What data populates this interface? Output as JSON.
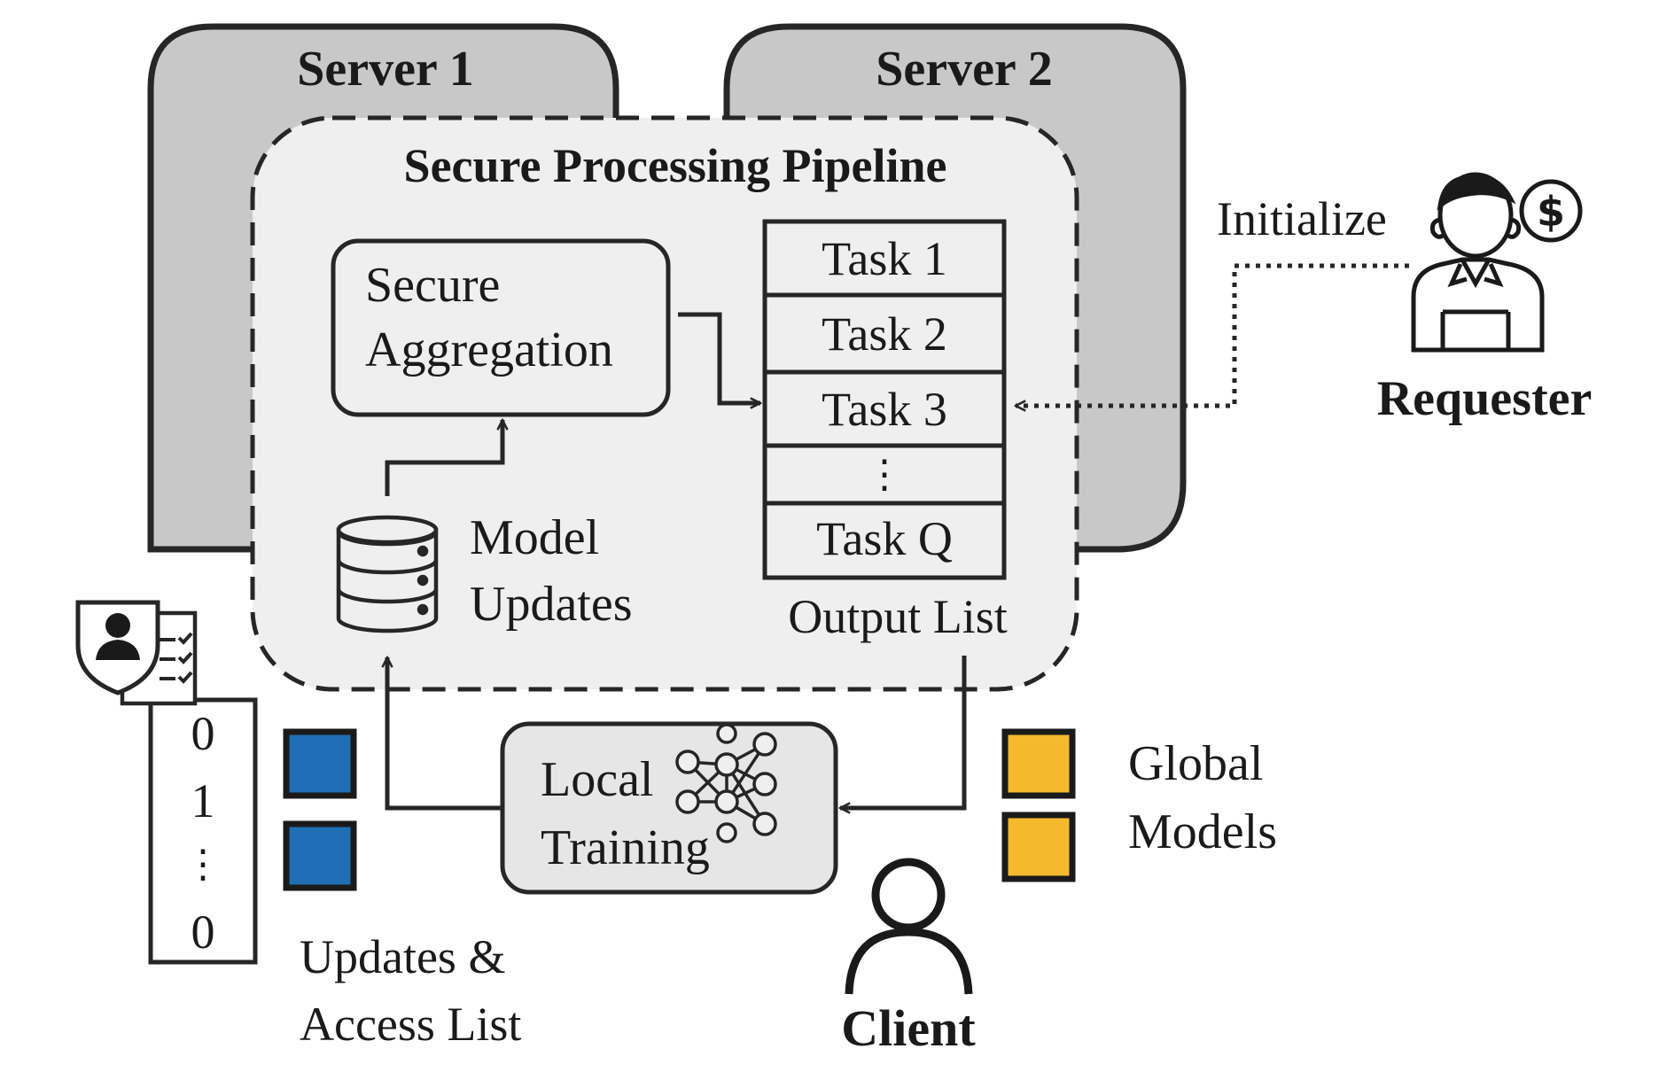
{
  "servers": {
    "server1_label": "Server 1",
    "server2_label": "Server 2"
  },
  "pipeline": {
    "title": "Secure Processing Pipeline",
    "secure_aggregation": [
      "Secure",
      "Aggregation"
    ],
    "model_updates": [
      "Model",
      "Updates"
    ],
    "output_list": {
      "tasks": [
        "Task 1",
        "Task 2",
        "Task 3",
        "⋮",
        "Task Q"
      ],
      "label": "Output List"
    }
  },
  "requester": {
    "initialize_label": "Initialize",
    "label": "Requester",
    "icon": "requester-with-dollar-icon"
  },
  "client": {
    "label": "Client",
    "local_training": [
      "Local",
      "Training"
    ],
    "access_list_values": [
      "0",
      "1",
      "⋮",
      "0"
    ],
    "updates_access_label": [
      "Updates &",
      "Access List"
    ],
    "global_models_label": [
      "Global",
      "Models"
    ]
  },
  "colors": {
    "server_fill": "#c8c8c8",
    "pipeline_fill": "#efefef",
    "box_fill": "#e6e6e6",
    "update_blue": "#1f6fb5",
    "model_gold": "#f4b92e",
    "stroke": "#262626"
  }
}
